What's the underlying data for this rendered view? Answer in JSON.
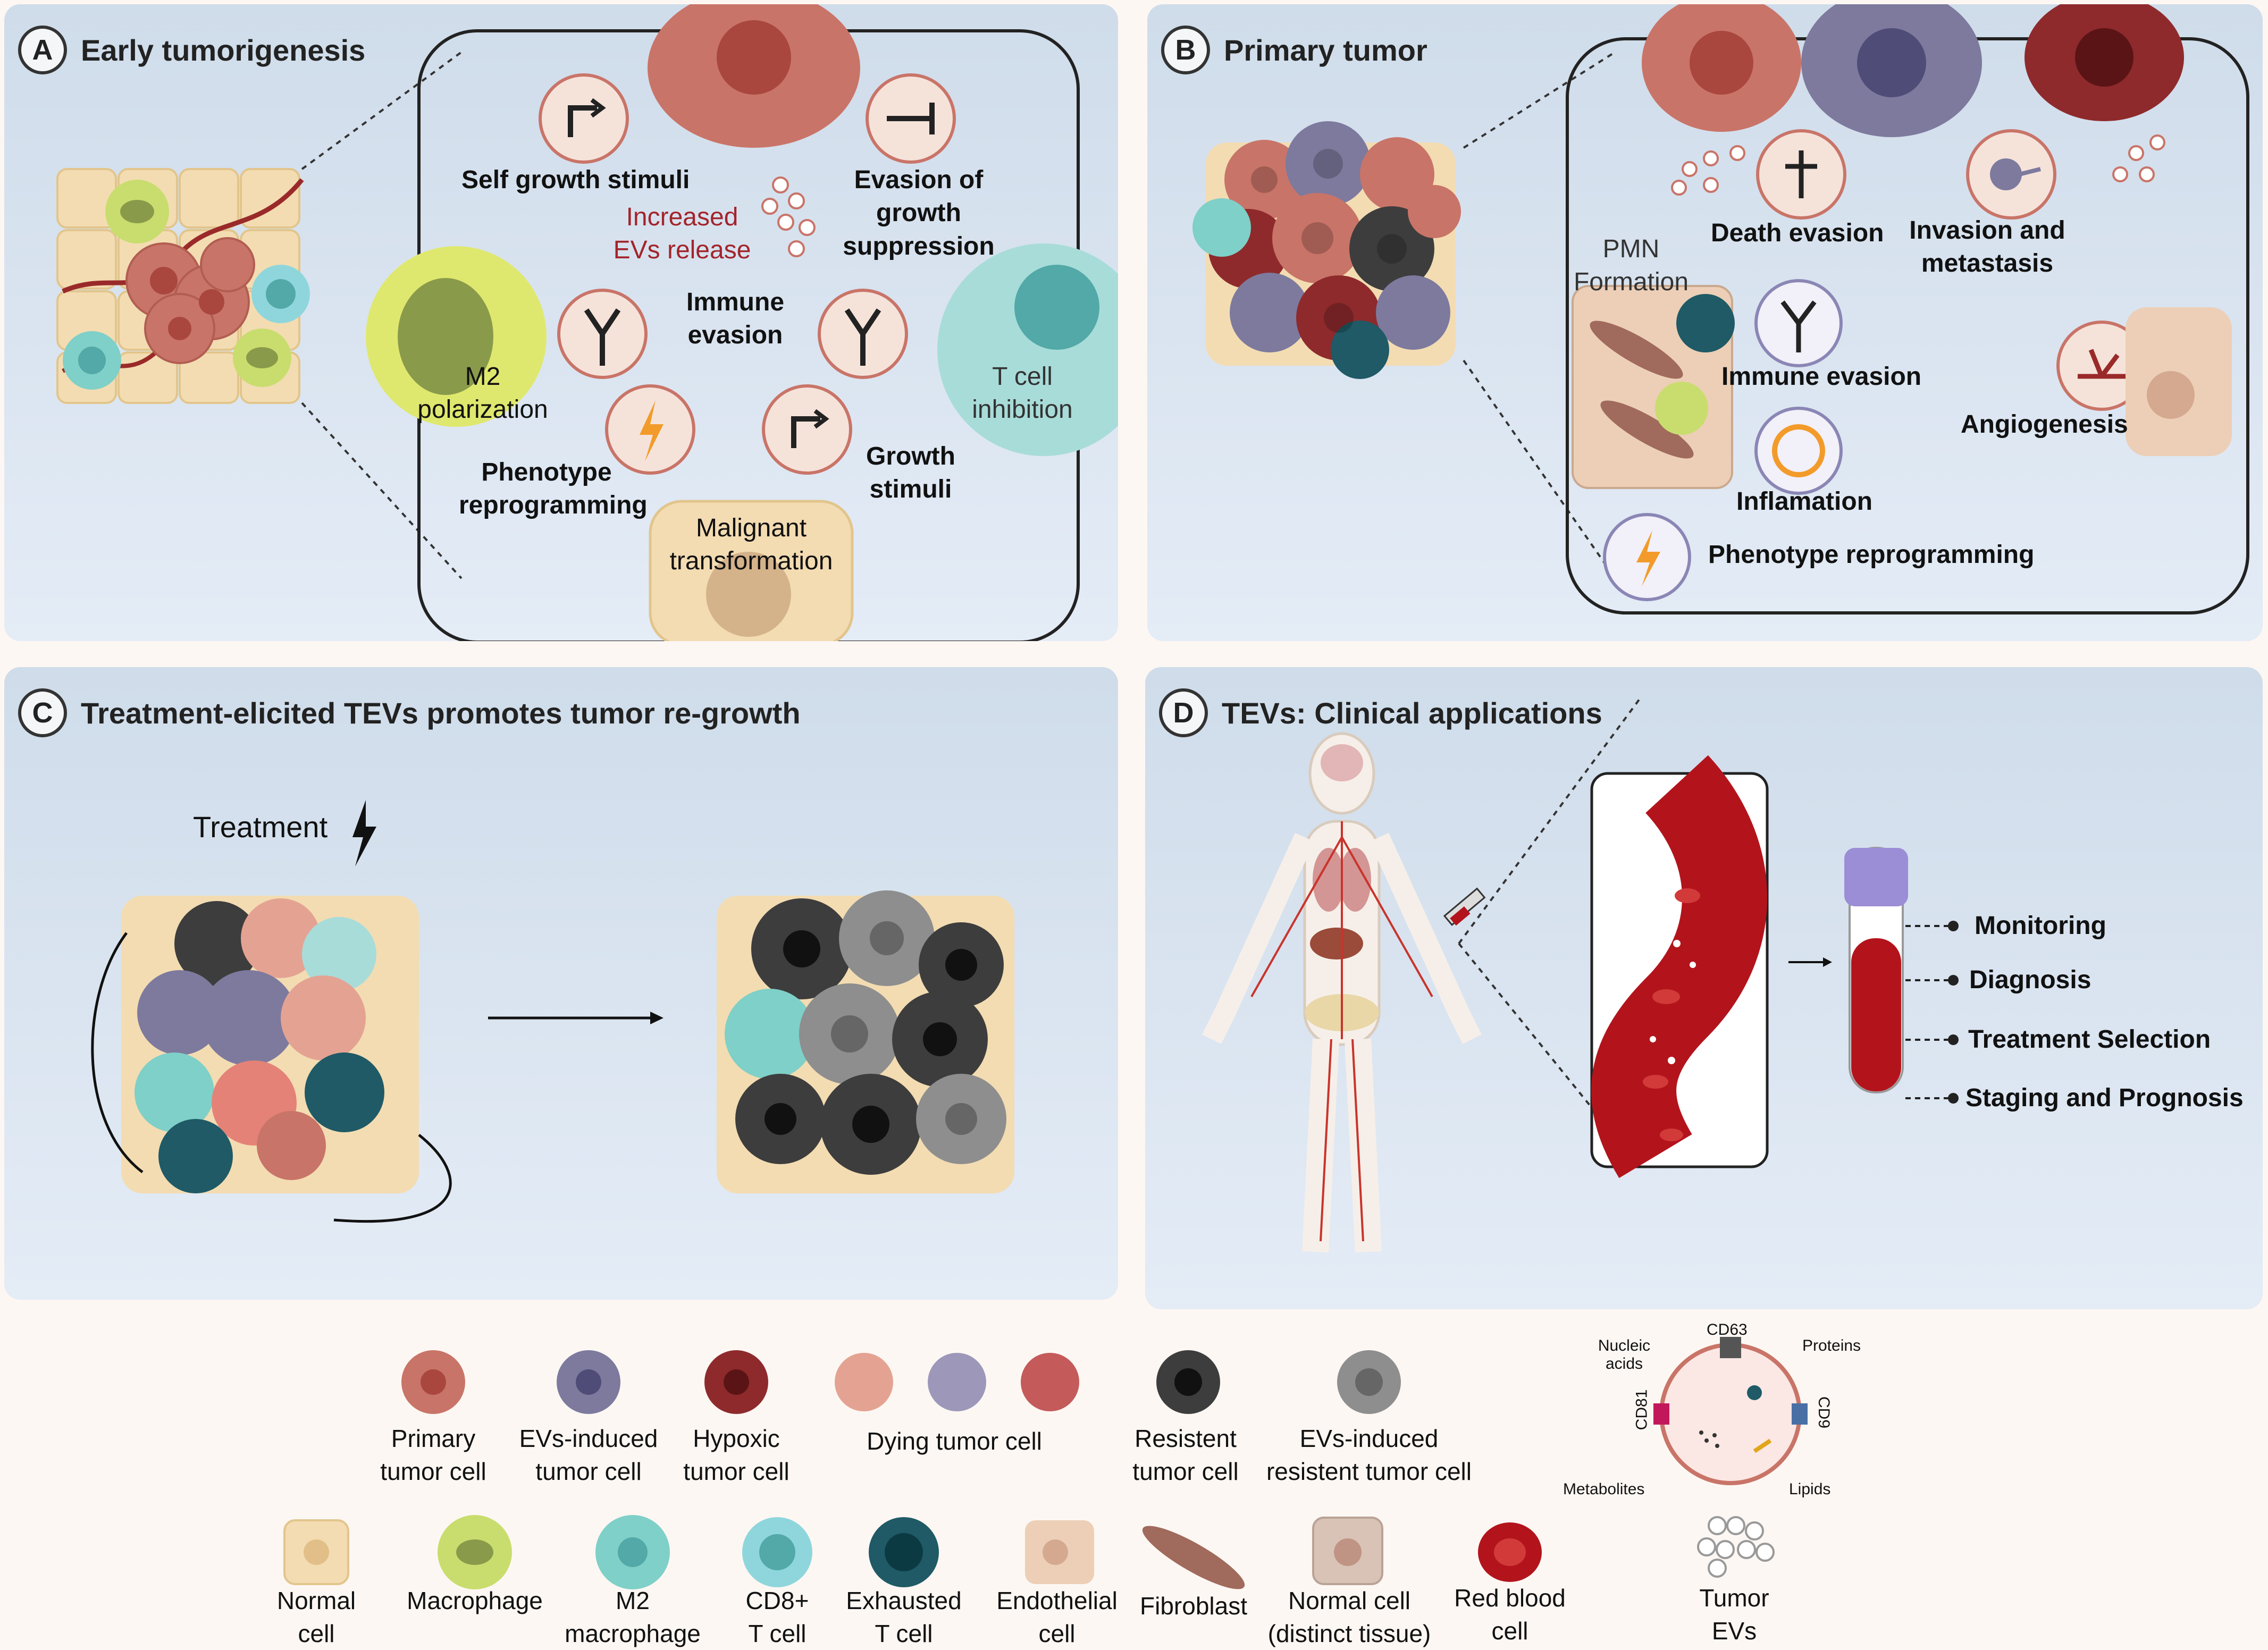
{
  "panel_a": {
    "letter": "A",
    "title": "Early tumorigenesis",
    "labels": {
      "self_growth": "Self growth stimuli",
      "evasion_growth": "Evasion of growth suppression",
      "increased_evs": "Increased EVs release",
      "immune_evasion": "Immune evasion",
      "m2": "M2 polarization",
      "t_cell_inhibition": "T cell inhibition",
      "phenotype": "Phenotype reprogramming",
      "growth_stimuli": "Growth stimuli",
      "malignant": "Malignant transformation"
    }
  },
  "panel_b": {
    "letter": "B",
    "title": "Primary tumor",
    "labels": {
      "death_evasion": "Death evasion",
      "invasion": "Invasion and metastasis",
      "pmn": "PMN Formation",
      "immune_evasion": "Immune evasion",
      "inflamation": "Inflamation",
      "angiogenesis": "Angiogenesis",
      "phenotype": "Phenotype reprogramming"
    }
  },
  "panel_c": {
    "letter": "C",
    "title": "Treatment-elicited TEVs promotes tumor re-growth",
    "treatment": "Treatment"
  },
  "panel_d": {
    "letter": "D",
    "title": "TEVs: Clinical applications",
    "applications": [
      "Monitoring",
      "Diagnosis",
      "Treatment Selection",
      "Staging and Prognosis"
    ]
  },
  "legend": {
    "row1": [
      "Primary tumor cell",
      "EVs-induced tumor cell",
      "Hypoxic tumor cell",
      "Dying tumor cell",
      "Resistent tumor cell",
      "EVs-induced resistent tumor cell"
    ],
    "row2": [
      "Normal cell",
      "Macrophage",
      "M2 macrophage",
      "CD8+ T cell",
      "Exhausted T cell",
      "Endothelial cell",
      "Fibroblast",
      "Normal cell (distinct tissue)",
      "Red blood cell",
      "Tumor EVs"
    ],
    "ev_parts": {
      "nucleic": "Nucleic acids",
      "cd63": "CD63",
      "proteins": "Proteins",
      "cd81": "CD81",
      "cd9": "CD9",
      "metabolites": "Metabolites",
      "lipids": "Lipids"
    }
  },
  "colors": {
    "primary_tumor": "#c97468",
    "evs_tumor": "#7d7a9e",
    "hypoxic": "#8e2a2c",
    "resistant": "#3d3d3d",
    "evs_resistant": "#8e8e8e",
    "normal": "#f3dcb2",
    "macrophage": "#c9dd6e",
    "m2": "#7ed0c8",
    "cd8": "#8fd6dc",
    "exhausted": "#1f5a66",
    "endothelial": "#eccfb6",
    "fibroblast": "#a06a5c",
    "rbc": "#b3141c",
    "vessel": "#9a2a2a"
  }
}
